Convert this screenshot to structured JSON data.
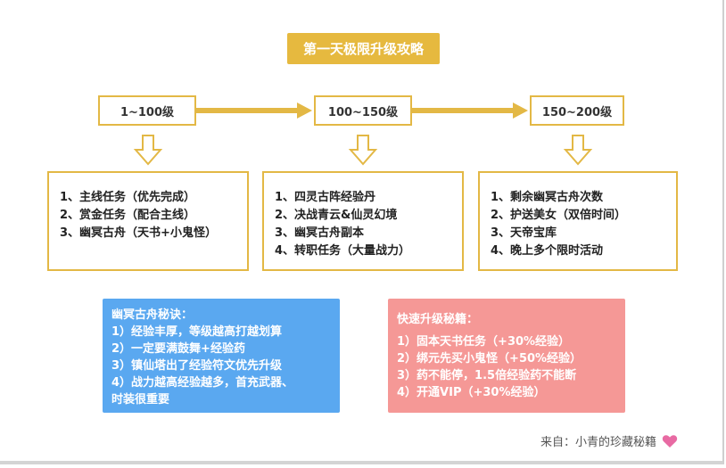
{
  "title": "第一天极限升级攻略",
  "levels": [
    "1~100级",
    "100~150级",
    "150~200级"
  ],
  "columns": [
    {
      "items": [
        "1、主线任务（优先完成）",
        "2、赏金任务（配合主线）",
        "3、幽冥古舟（天书+小鬼怪）"
      ]
    },
    {
      "items": [
        "1、四灵古阵经验丹",
        "2、决战青云&仙灵幻境",
        "3、幽冥古舟副本",
        "4、转职任务（大量战力）"
      ]
    },
    {
      "items": [
        "1、剩余幽冥古舟次数",
        "2、护送美女（双倍时间）",
        "3、天帝宝库",
        "4、晚上多个限时活动"
      ]
    }
  ],
  "tips_left": {
    "heading": "幽冥古舟秘诀：",
    "lines": [
      "1）经验丰厚，等级越高打越划算",
      "2）一定要满鼓舞+经验药",
      "3）镇仙塔出了经验符文优先升级",
      "4）战力越高经验越多，首充武器、",
      "时装很重要"
    ]
  },
  "tips_right": {
    "heading": "快速升级秘籍：",
    "lines": [
      "1）固本天书任务（+30%经验）",
      "2）绑元先买小鬼怪（+50%经验）",
      "3）药不能停，1.5倍经验药不能断",
      "4）开通VIP（+30%经验）"
    ]
  },
  "source": "来自：小青的珍藏秘籍",
  "colors": {
    "gold": "#e6b93f",
    "border": "#e3b845",
    "blue": "#5aa8f0",
    "pink": "#f59896",
    "heart": "#e86aa3"
  }
}
